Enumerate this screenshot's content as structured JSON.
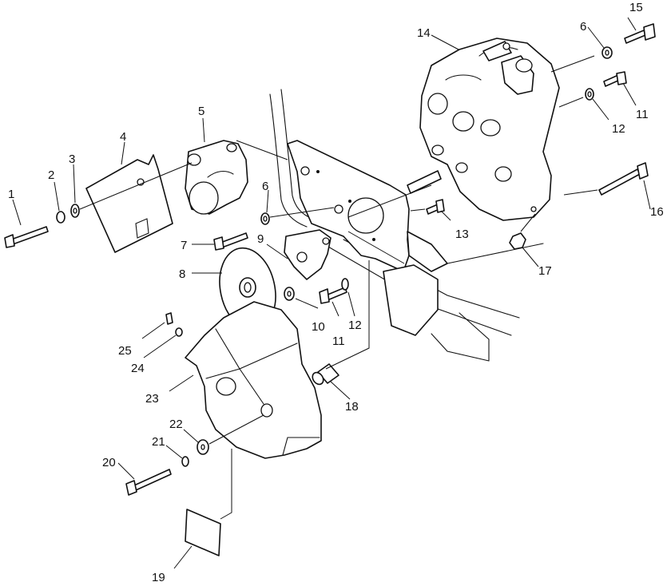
{
  "callouts": {
    "c1": "1",
    "c2": "2",
    "c3": "3",
    "c4": "4",
    "c5": "5",
    "c6a": "6",
    "c6b": "6",
    "c7": "7",
    "c8": "8",
    "c9": "9",
    "c10": "10",
    "c11a": "11",
    "c11b": "11",
    "c12a": "12",
    "c12b": "12",
    "c13": "13",
    "c14": "14",
    "c15": "15",
    "c16": "16",
    "c17": "17",
    "c18": "18",
    "c19": "19",
    "c20": "20",
    "c21": "21",
    "c22": "22",
    "c23": "23",
    "c24": "24",
    "c25": "25"
  }
}
